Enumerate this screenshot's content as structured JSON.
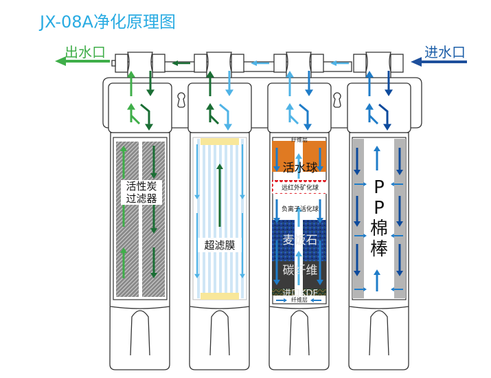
{
  "title": "JX-08A净化原理图",
  "outlet_label": "出水口",
  "inlet_label": "进水口",
  "colors": {
    "title": "#29abe2",
    "outlet_green": "#3fae49",
    "dark_green": "#1a6e34",
    "light_blue": "#4fb3e6",
    "mid_blue": "#1f7cc8",
    "dark_blue": "#0d4a9c",
    "outline": "#333333"
  },
  "filters": [
    {
      "id": "carbon",
      "label_line1": "活性炭",
      "label_line2": "过滤器"
    },
    {
      "id": "uf",
      "label": "超滤膜"
    },
    {
      "id": "mineral",
      "layers": {
        "fiber_top": "纤维层",
        "active_water_ball": "活水球",
        "far_infrared": "远红外矿化球",
        "negative_ion": "负离子活化球",
        "maifan_stone": "麦饭石",
        "carbon_fiber": "碳纤维",
        "kdf": "进口KDF",
        "fiber_bottom": "纤维层"
      }
    },
    {
      "id": "pp",
      "label_chars": [
        "P",
        "P",
        "棉",
        "棒"
      ]
    }
  ]
}
